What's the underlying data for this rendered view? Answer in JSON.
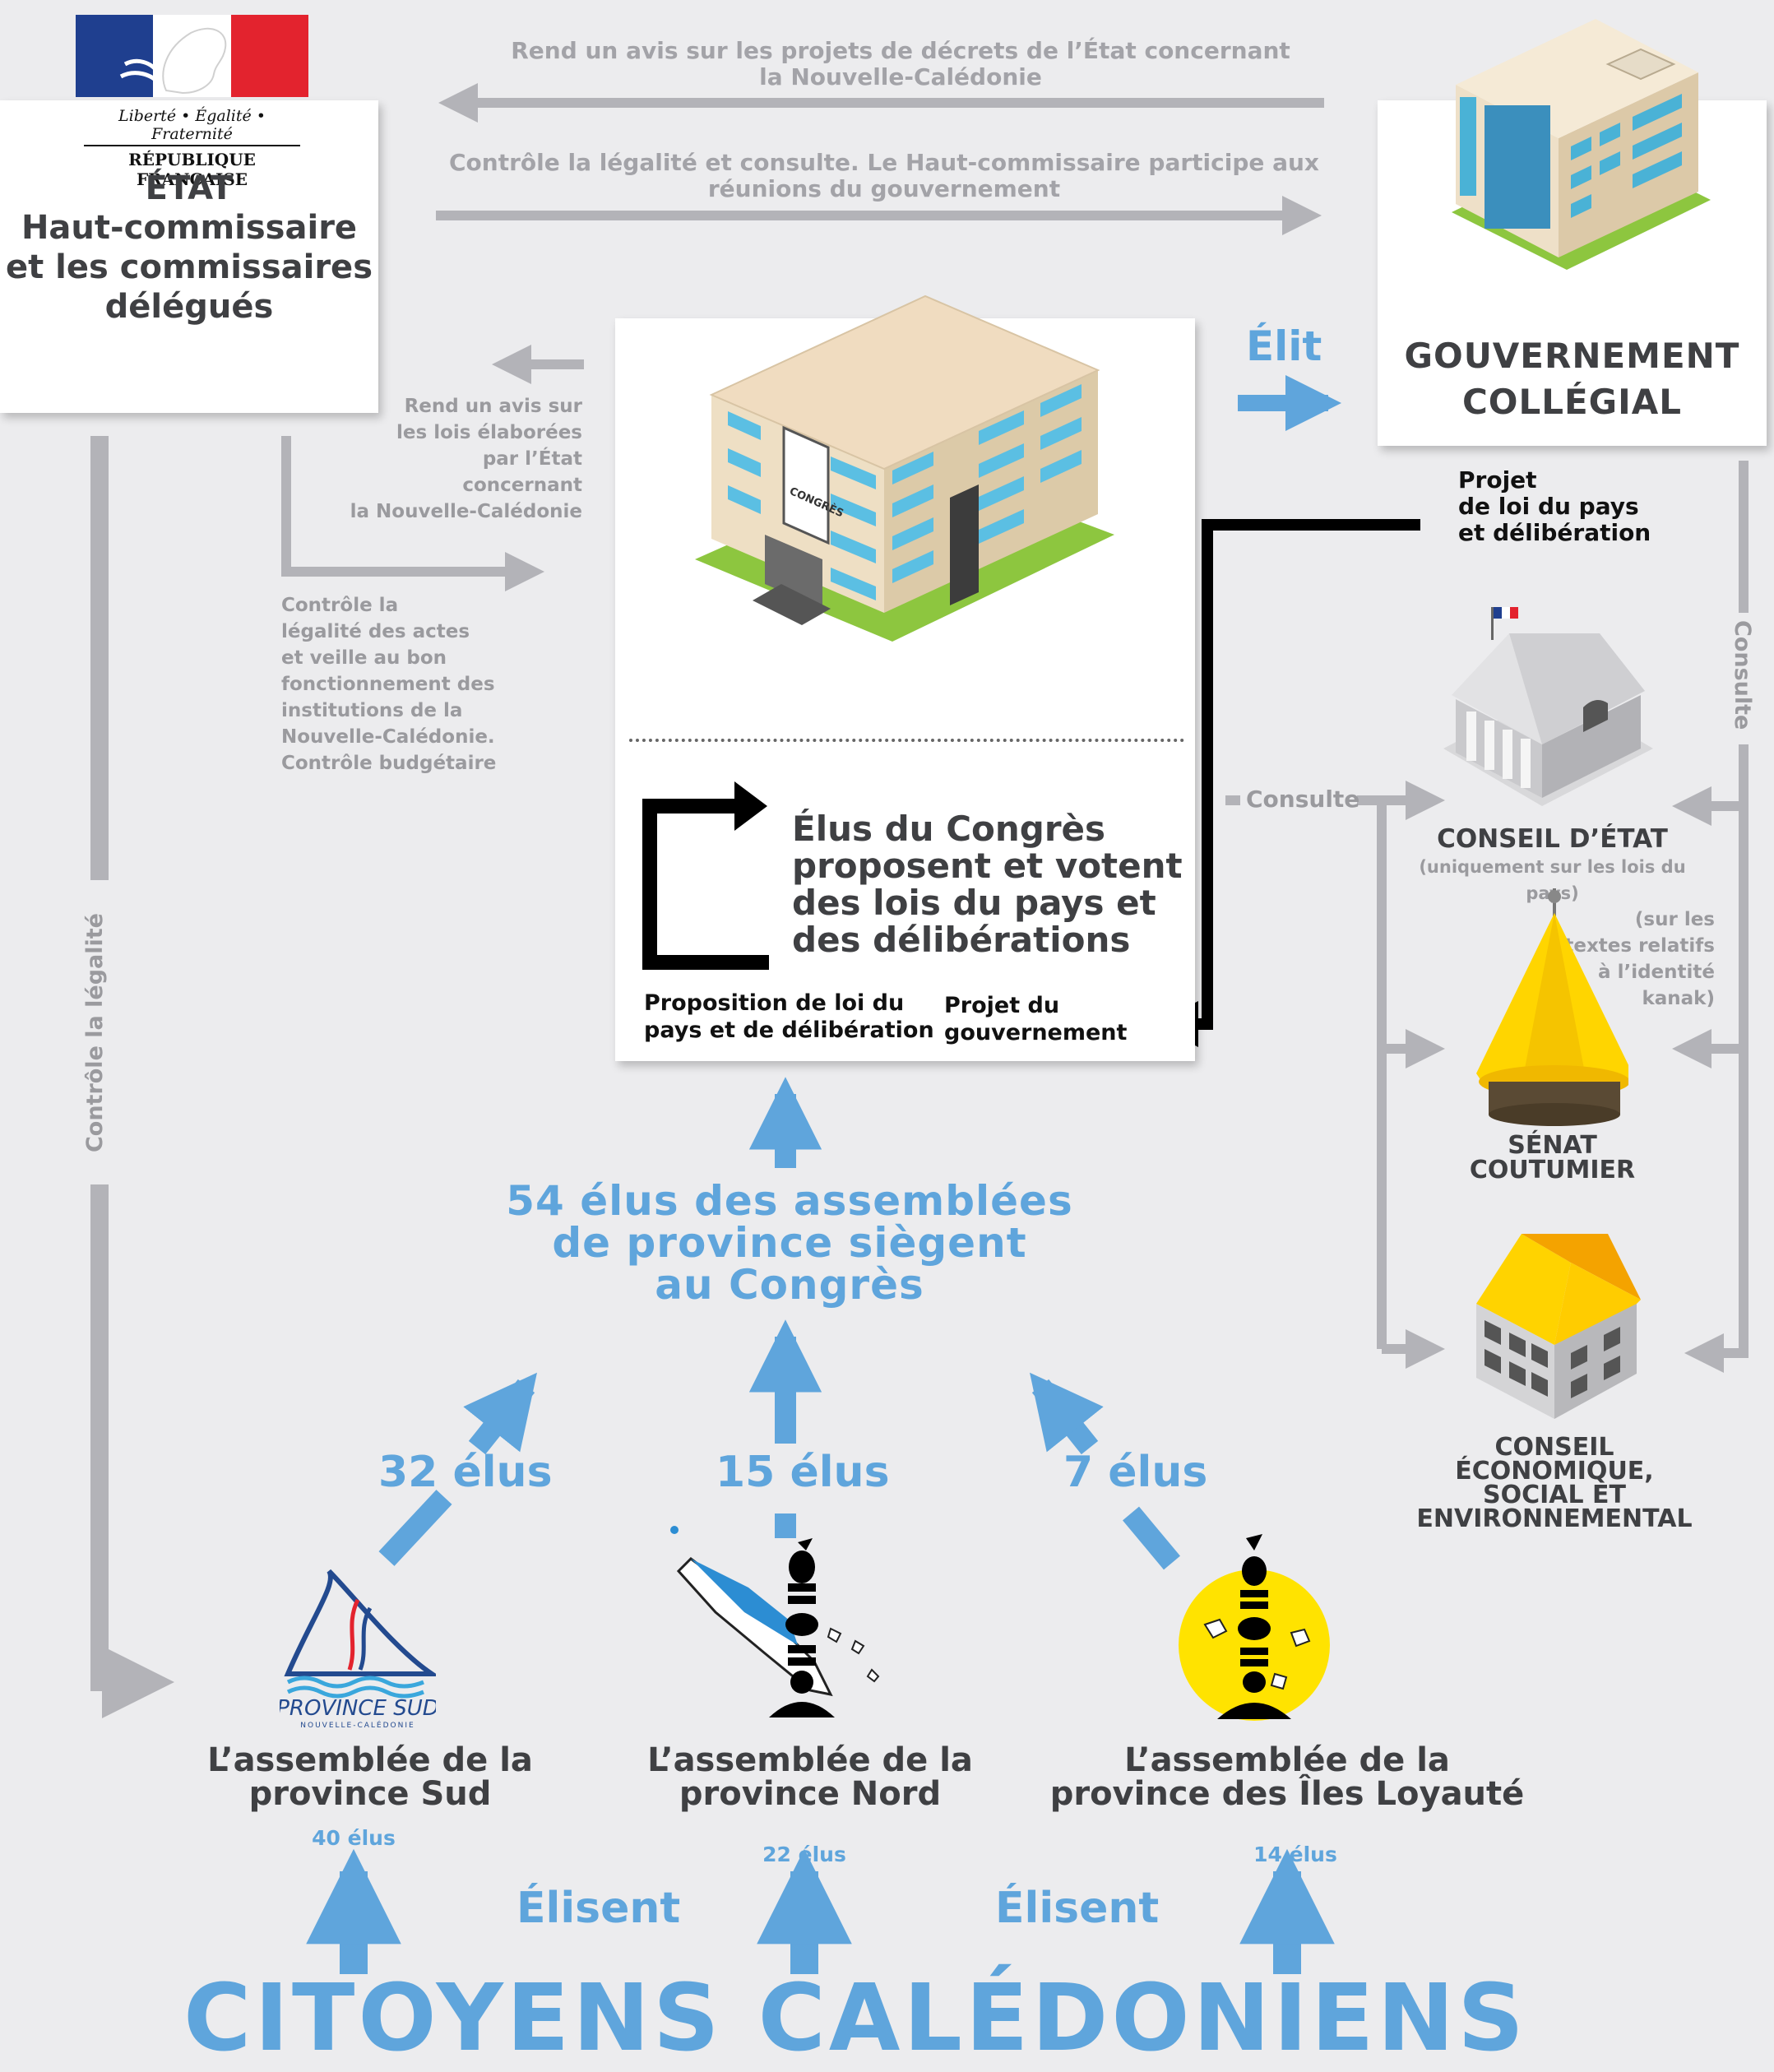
{
  "colors": {
    "background": "#ececee",
    "blue_arrow": "#5fa5dc",
    "gray_arrow": "#b3b3b8",
    "black_arrow": "#000000",
    "text_dark": "#3f4043",
    "text_gray": "#9a9a9e"
  },
  "etat": {
    "logo_motto": "Liberté • Égalité • Fraternité",
    "logo_name": "RÉPUBLIQUE FRANÇAISE",
    "title": "ÉTAT",
    "subtitle_lines": [
      "Haut-commissaire",
      "et les commissaires",
      "délégués"
    ]
  },
  "top_flows": {
    "avis_decrets": [
      "Rend un avis sur les projets de décrets de l’État concernant",
      "la Nouvelle-Calédonie"
    ],
    "controle_legalite": [
      "Contrôle la légalité et consulte. Le Haut-commissaire participe aux",
      "réunions du gouvernement"
    ]
  },
  "gouvernement": {
    "title_lines": [
      "GOUVERNEMENT",
      "COLLÉGIAL"
    ]
  },
  "elit_label": "Élit",
  "avis_lois": [
    "Rend un avis sur",
    "les lois élaborées",
    "par l’État",
    "concernant",
    "la Nouvelle-Calédonie"
  ],
  "controle_actes": [
    "Contrôle la",
    "légalité des actes",
    "et veille au bon",
    "fonctionnement des",
    "institutions de la",
    "Nouvelle-Calédonie.",
    "Contrôle budgétaire"
  ],
  "projet_loi": [
    "Projet",
    "de loi du pays",
    "et délibération"
  ],
  "congres": {
    "sign": "CONGRÈS",
    "main_text": [
      "Élus du Congrès",
      "proposent et votent",
      "des lois du pays et",
      "des délibérations"
    ],
    "proposition": [
      "Proposition de loi du",
      "pays et de délibération"
    ],
    "projet_gouv": [
      "Projet du",
      "gouvernement"
    ]
  },
  "consulte_left": "Consulte",
  "consulte_right": "Consulte",
  "controle_vertical": "Contrôle la légalité",
  "conseil_etat": {
    "title": "CONSEIL D’ÉTAT",
    "note": "(uniquement sur les lois du pays)"
  },
  "senat_note": [
    "(sur les",
    "textes relatifs",
    "à l’identité",
    "kanak)"
  ],
  "senat": {
    "title_lines": [
      "SÉNAT",
      "COUTUMIER"
    ]
  },
  "cese": {
    "title_lines": [
      "CONSEIL",
      "ÉCONOMIQUE,",
      "SOCIAL ET",
      "ENVIRONNEMENTAL"
    ]
  },
  "elus_54": [
    "54 élus des assemblées",
    "de province siègent",
    "au Congrès"
  ],
  "provinces": [
    {
      "seats_congres": "32 élus",
      "logo_text": "PROVINCE SUD",
      "logo_subtext": "NOUVELLE-CALÉDONIE",
      "name_lines": [
        "L’assemblée de la",
        "province Sud"
      ],
      "assembly_seats": "40 élus"
    },
    {
      "seats_congres": "15 élus",
      "name_lines": [
        "L’assemblée de la",
        "province Nord"
      ],
      "assembly_seats": "22 élus"
    },
    {
      "seats_congres": "7 élus",
      "name_lines": [
        "L’assemblée de la",
        "province des Îles Loyauté"
      ],
      "assembly_seats": "14 élus"
    }
  ],
  "elisent": [
    "Élisent",
    "Élisent"
  ],
  "citoyens": "CITOYENS CALÉDONIENS"
}
